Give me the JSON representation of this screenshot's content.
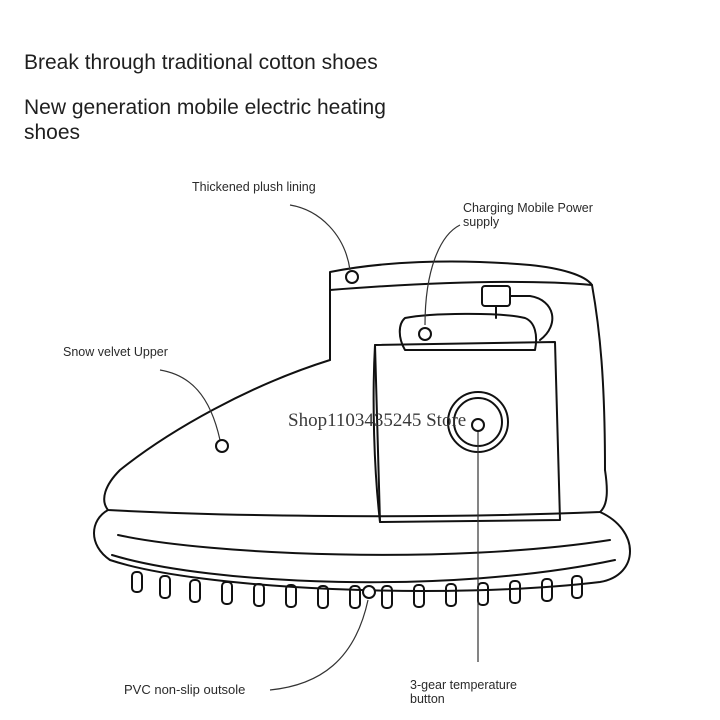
{
  "headline": {
    "line1": "Break through traditional cotton shoes",
    "line2": "New generation mobile electric heating shoes"
  },
  "callouts": {
    "lining": "Thickened plush lining",
    "power": "Charging Mobile Power supply",
    "upper": "Snow velvet Upper",
    "outsole": "PVC non-slip outsole",
    "button": "3-gear temperature button"
  },
  "watermark": "Shop1103435245 Store"
}
